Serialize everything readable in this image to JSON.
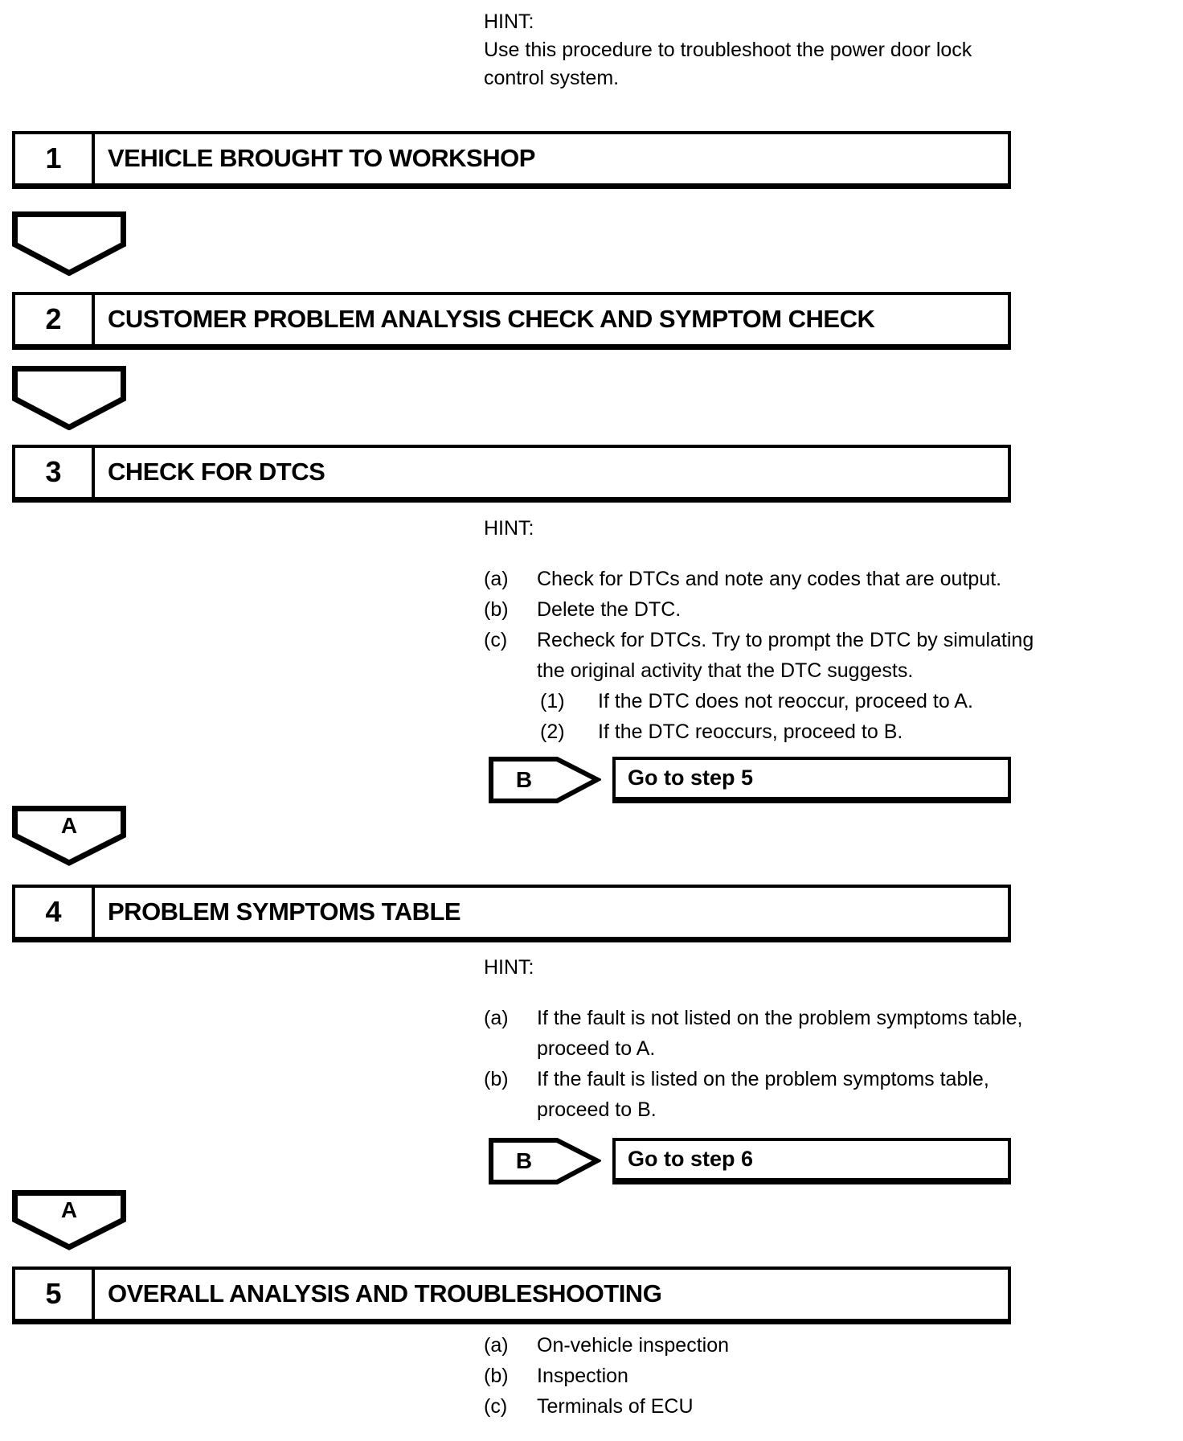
{
  "intro": {
    "hint_label": "HINT:",
    "line1": "Use this procedure to troubleshoot the power door lock",
    "line2": "control system."
  },
  "step1": {
    "number": "1",
    "title": "VEHICLE BROUGHT TO WORKSHOP"
  },
  "step2": {
    "number": "2",
    "title": "CUSTOMER PROBLEM ANALYSIS CHECK AND SYMPTOM CHECK"
  },
  "step3": {
    "number": "3",
    "title": "CHECK FOR DTCS",
    "hint_label": "HINT:",
    "item_a_label": "(a)",
    "item_a": "Check for DTCs and note any codes that are output.",
    "item_b_label": "(b)",
    "item_b": "Delete the DTC.",
    "item_c_label": "(c)",
    "item_c": "Recheck for DTCs. Try to prompt the DTC by simulating",
    "item_c_cont": "the original activity that the DTC suggests.",
    "sub1_label": "(1)",
    "sub1": "If the DTC does not reoccur, proceed to A.",
    "sub2_label": "(2)",
    "sub2": "If the DTC reoccurs, proceed to B.",
    "branch_letter": "B",
    "branch_action": "Go to step 5",
    "connector_letter": "A"
  },
  "step4": {
    "number": "4",
    "title": "PROBLEM SYMPTOMS TABLE",
    "hint_label": "HINT:",
    "item_a_label": "(a)",
    "item_a": "If the fault is not listed on the problem symptoms table,",
    "item_a_cont": "proceed to A.",
    "item_b_label": "(b)",
    "item_b": "If the fault is listed on the problem symptoms table,",
    "item_b_cont": "proceed to B.",
    "branch_letter": "B",
    "branch_action": "Go to step 6",
    "connector_letter": "A"
  },
  "step5": {
    "number": "5",
    "title": "OVERALL ANALYSIS AND TROUBLESHOOTING",
    "item_a_label": "(a)",
    "item_a": "On-vehicle inspection",
    "item_b_label": "(b)",
    "item_b": "Inspection",
    "item_c_label": "(c)",
    "item_c": "Terminals of ECU"
  }
}
